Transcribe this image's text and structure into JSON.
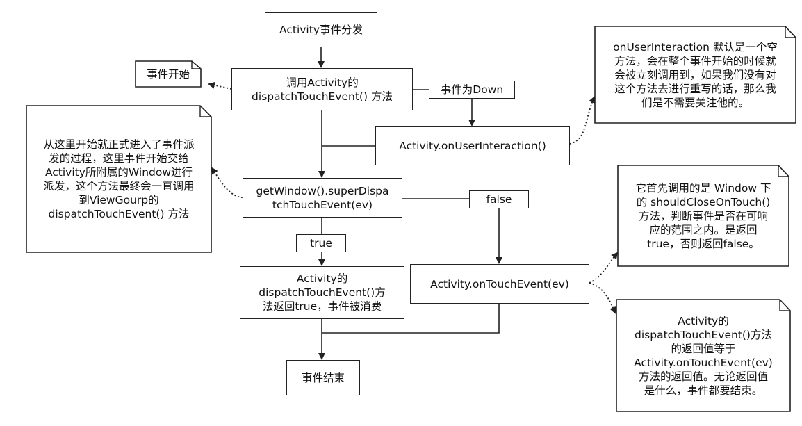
{
  "nodes": {
    "start": "Activity事件分发",
    "event_start": "事件开始",
    "call_dispatch": "调用Activity的\ndispatchTouchEvent() 方法",
    "event_down": "事件为Down",
    "user_interaction": "Activity.onUserInteraction()",
    "super_dispatch": "getWindow().superDispa\ntchTouchEvent(ev)",
    "label_true": "true",
    "label_false": "false",
    "return_true": "Activity的\ndispatchTouchEvent()方\n法返回true，事件被消费",
    "on_touch_event": "Activity.onTouchEvent(ev)",
    "event_end": "事件结束"
  },
  "notes": {
    "user_interaction_note": "onUserInteraction 默认是一个空\n方法，会在整个事件开始的时候就\n会被立刻调用到，如果我们没有对\n这个方法去进行重写的话，那么我\n们是不需要关注他的。",
    "window_dispatch_note": "从这里开始就正式进入了事件派\n发的过程，这里事件开始交给\nActivity所附属的Window进行\n派发，这个方法最终会一直调用\n到ViewGourp的\ndispatchTouchEvent() 方法",
    "should_close_note": "它首先调用的是 Window 下\n的 shouldCloseOnTouch()\n方法，判断事件是否在可响\n应的范围之内。是返回\ntrue，否则返回false。",
    "return_value_note": "Activity的\ndispatchTouchEvent()方法\n的返回值等于\nActivity.onTouchEvent(ev)\n方法的返回值。无论返回值\n是什么，事件都要结束。"
  }
}
